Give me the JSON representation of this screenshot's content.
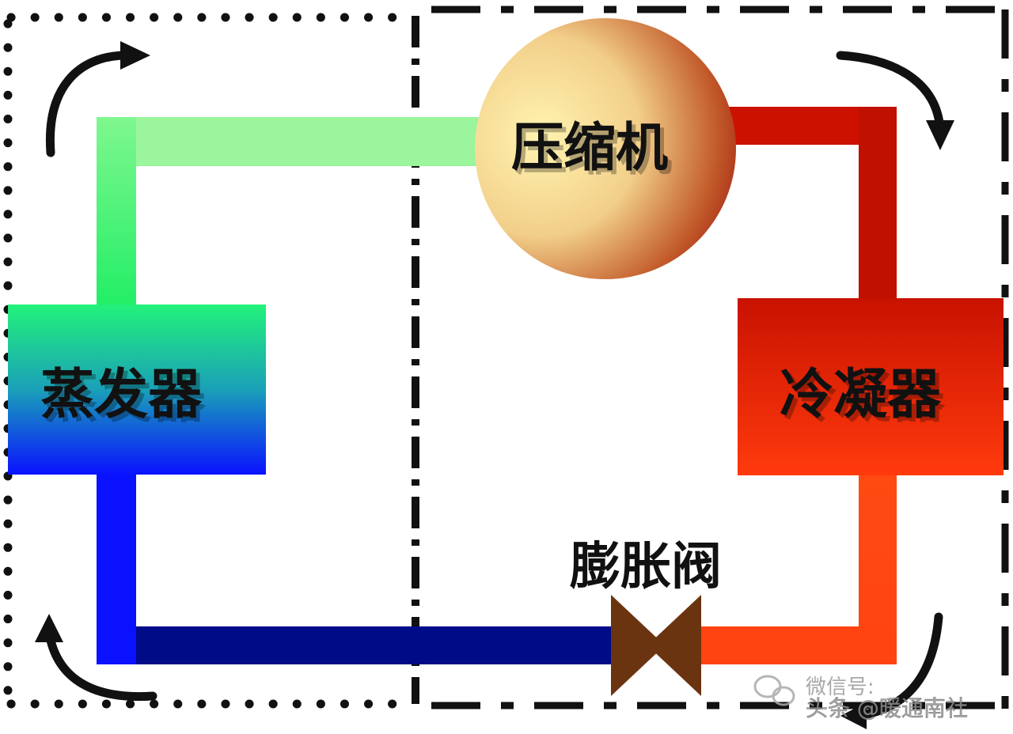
{
  "components": {
    "compressor": "压缩机",
    "condenser": "冷凝器",
    "evaporator": "蒸发器",
    "expansion_valve": "膨胀阀"
  },
  "watermark": {
    "top": "微信号: ",
    "bottom": "头条 @暖通南社"
  },
  "colors": {
    "suction_pipe": "#99f59a",
    "evaporator_riser": "#33ee66",
    "discharge_pipe": "#cc1100",
    "liquid_pipe": "#ff4411",
    "low_pressure_liquid": "#000b88",
    "evaporator_outlet": "#0a11ff",
    "valve": "#6b3410"
  }
}
